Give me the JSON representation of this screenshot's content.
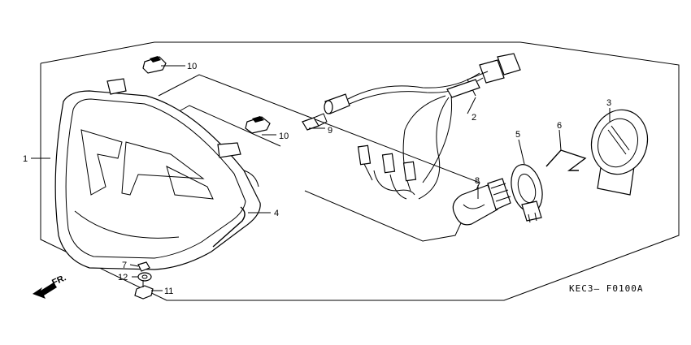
{
  "diagram": {
    "code": "KEC3– F0100A",
    "front_label": "FR.",
    "callouts": {
      "c1": "1",
      "c2": "2",
      "c3": "3",
      "c4": "4",
      "c5": "5",
      "c6": "6",
      "c7": "7",
      "c8": "8",
      "c9": "9",
      "c10a": "10",
      "c10b": "10",
      "c11": "11",
      "c12": "12"
    }
  }
}
